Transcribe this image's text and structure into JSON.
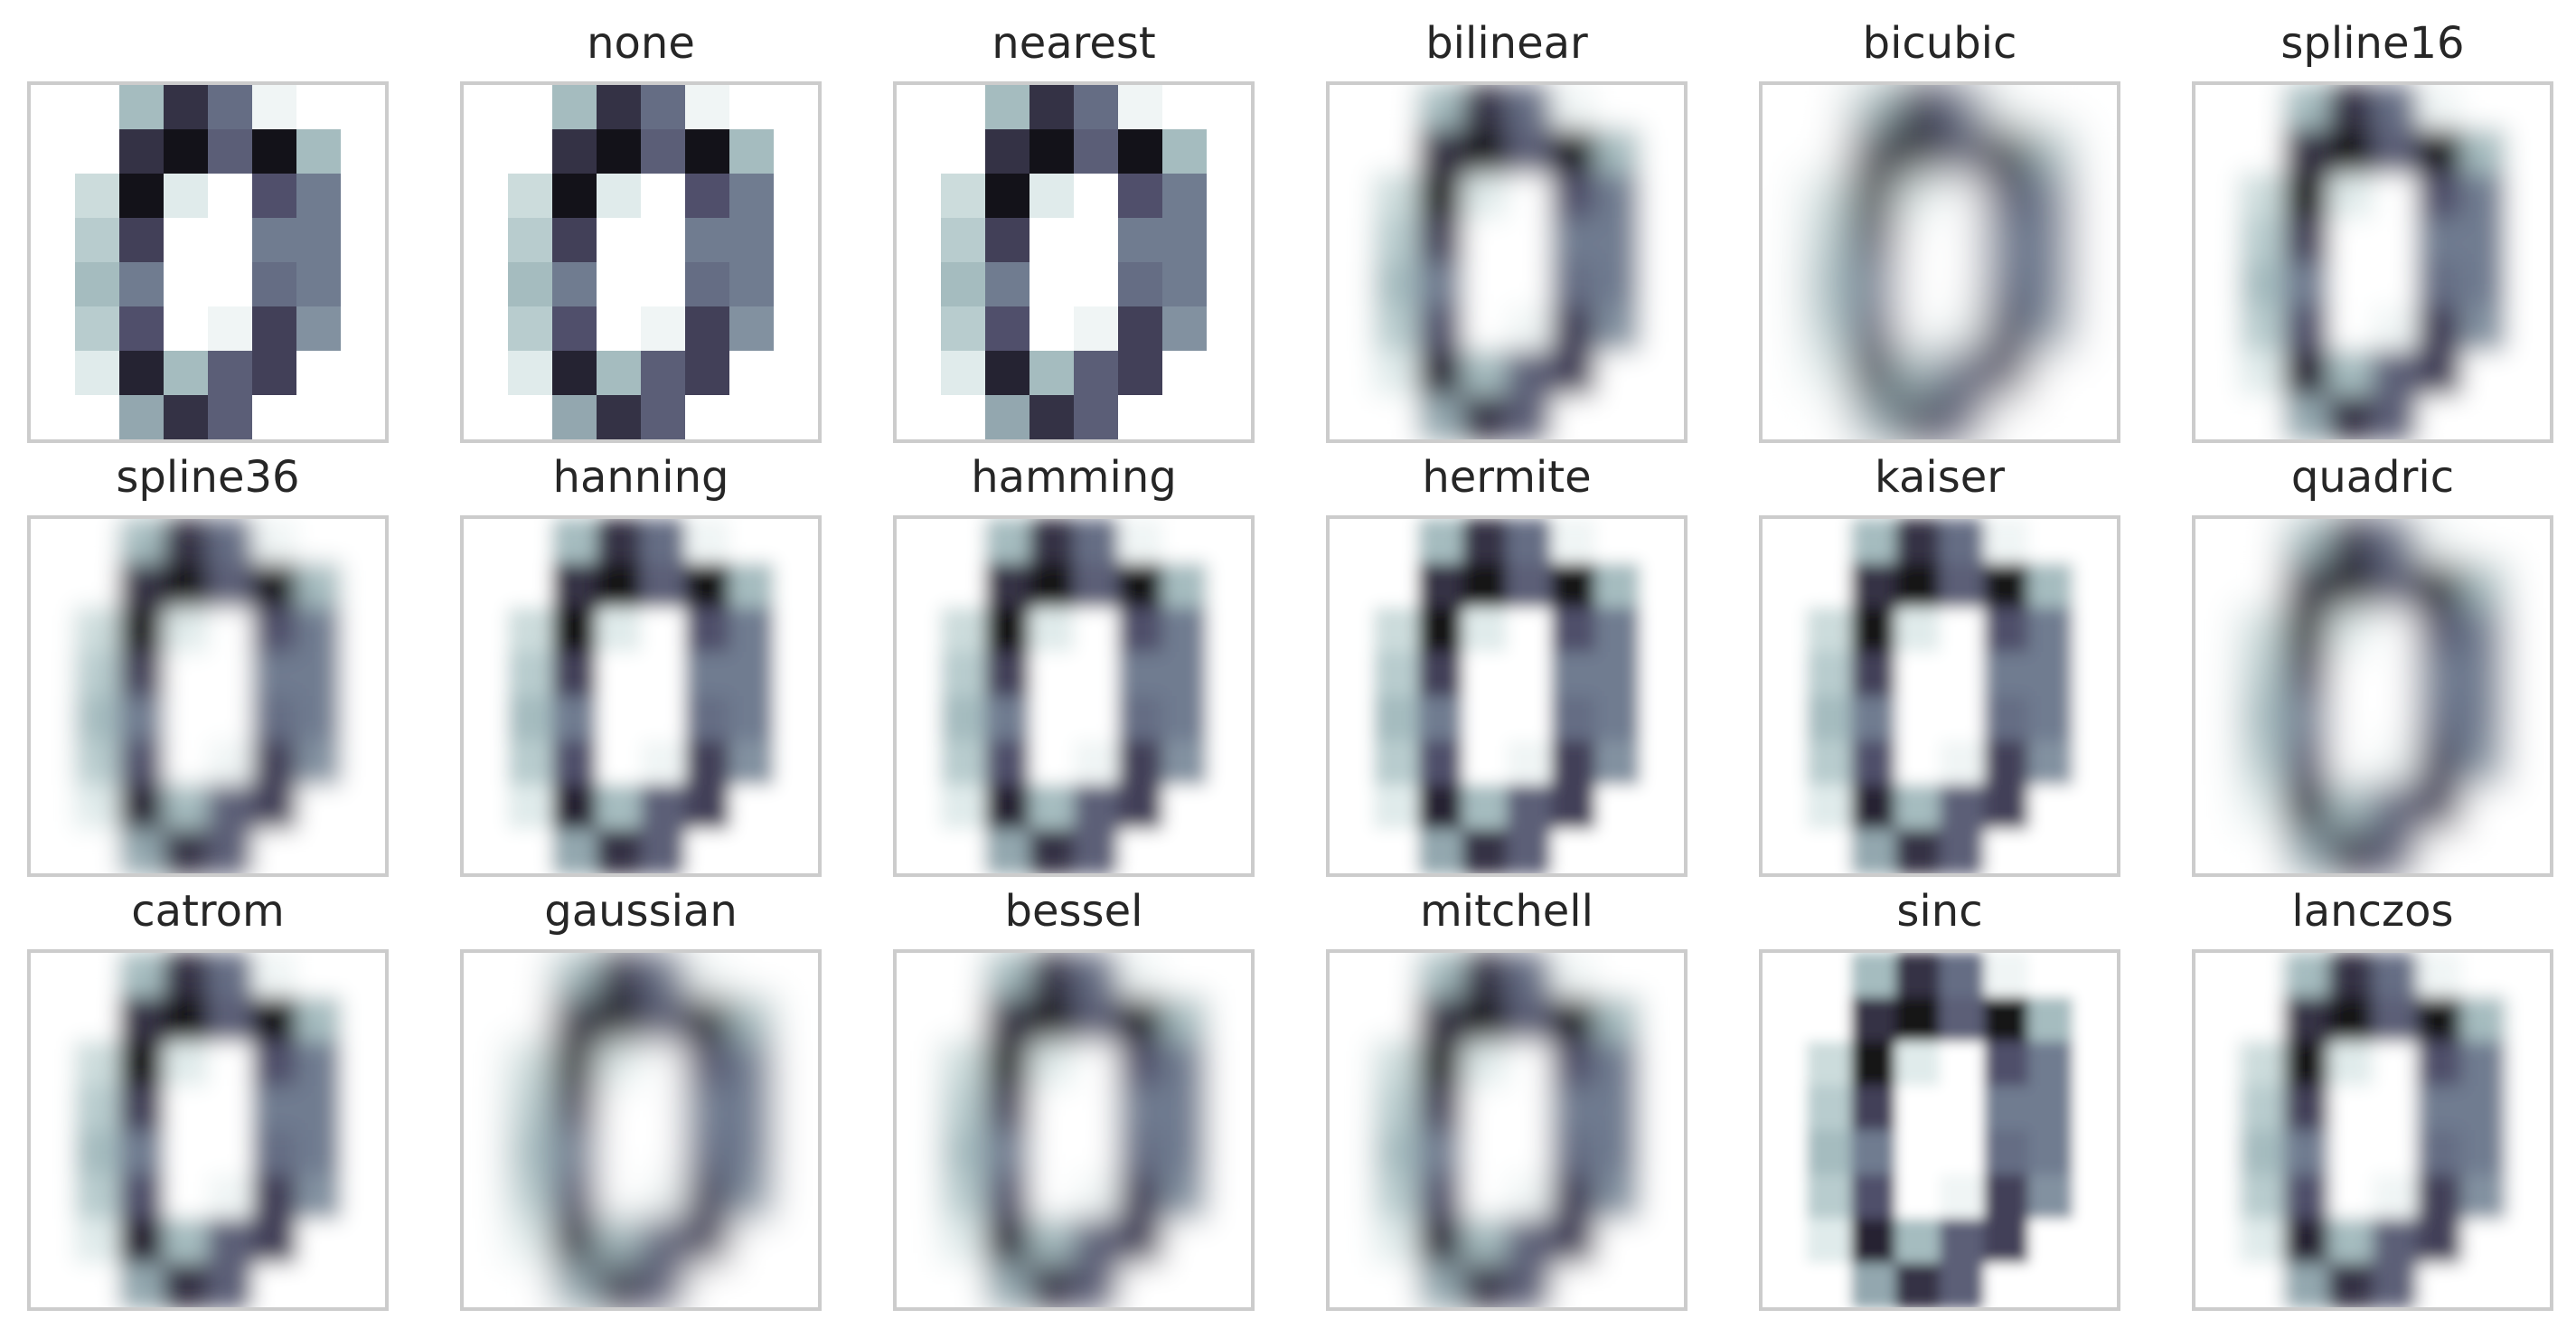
{
  "chart_data": {
    "type": "heatmap",
    "colormap": "bone_r",
    "grid": false,
    "image": [
      [
        0,
        0,
        5,
        13,
        9,
        1,
        0,
        0
      ],
      [
        0,
        0,
        13,
        15,
        10,
        15,
        5,
        0
      ],
      [
        0,
        3,
        15,
        2,
        0,
        11,
        8,
        0
      ],
      [
        0,
        4,
        12,
        0,
        0,
        8,
        8,
        0
      ],
      [
        0,
        5,
        8,
        0,
        0,
        9,
        8,
        0
      ],
      [
        0,
        4,
        11,
        0,
        1,
        12,
        7,
        0
      ],
      [
        0,
        2,
        14,
        5,
        10,
        12,
        0,
        0
      ],
      [
        0,
        0,
        6,
        13,
        10,
        0,
        0,
        0
      ]
    ],
    "vmin": 0,
    "vmax": 16,
    "panels": [
      {
        "title": "",
        "interpolation": "antialiased"
      },
      {
        "title": "none",
        "interpolation": "none"
      },
      {
        "title": "nearest",
        "interpolation": "nearest"
      },
      {
        "title": "bilinear",
        "interpolation": "bilinear"
      },
      {
        "title": "bicubic",
        "interpolation": "bicubic"
      },
      {
        "title": "spline16",
        "interpolation": "spline16"
      },
      {
        "title": "spline36",
        "interpolation": "spline36"
      },
      {
        "title": "hanning",
        "interpolation": "hanning"
      },
      {
        "title": "hamming",
        "interpolation": "hamming"
      },
      {
        "title": "hermite",
        "interpolation": "hermite"
      },
      {
        "title": "kaiser",
        "interpolation": "kaiser"
      },
      {
        "title": "quadric",
        "interpolation": "quadric"
      },
      {
        "title": "catrom",
        "interpolation": "catrom"
      },
      {
        "title": "gaussian",
        "interpolation": "gaussian"
      },
      {
        "title": "bessel",
        "interpolation": "bessel"
      },
      {
        "title": "mitchell",
        "interpolation": "mitchell"
      },
      {
        "title": "sinc",
        "interpolation": "sinc"
      },
      {
        "title": "lanczos",
        "interpolation": "lanczos"
      }
    ]
  }
}
